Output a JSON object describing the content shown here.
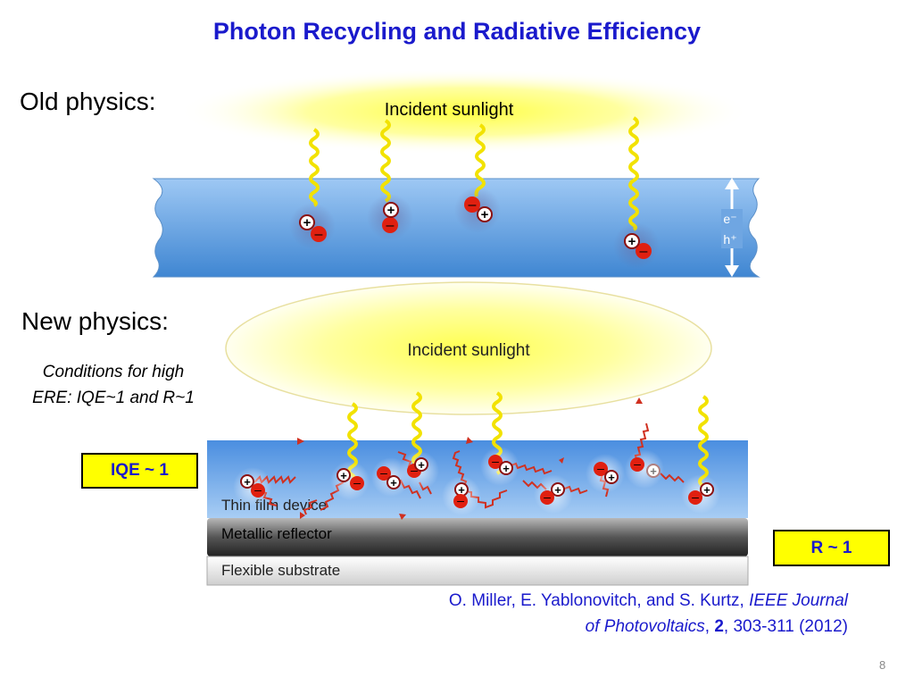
{
  "title": "Photon Recycling and Radiative Efficiency",
  "old_section": {
    "label": "Old physics:",
    "incident_label": "Incident sunlight",
    "electron_label": "e⁻",
    "hole_label": "h⁺"
  },
  "new_section": {
    "label": "New physics:",
    "conditions_line1": "Conditions for high",
    "conditions_line2": "ERE: IQE~1 and R~1",
    "incident_label": "Incident sunlight",
    "layer_thin_film": "Thin film device",
    "layer_reflector": "Metallic reflector",
    "layer_substrate": "Flexible substrate",
    "iqe_tag": "IQE ~ 1",
    "r_tag": "R ~ 1"
  },
  "citation": {
    "authors": "O. Miller, E. Yablonovitch, and S. Kurtz, ",
    "journal_1": "IEEE Journal",
    "journal_2": "of Photovoltaics",
    "sep": ", ",
    "volume": "2",
    "pages_year": ", 303-311 (2012)"
  },
  "page_number": "8",
  "colors": {
    "title": "#1a1acc",
    "tag_background": "#ffff00",
    "photon": "#f2e200",
    "emitted_photon": "#d03020",
    "electron": "#e02010"
  }
}
